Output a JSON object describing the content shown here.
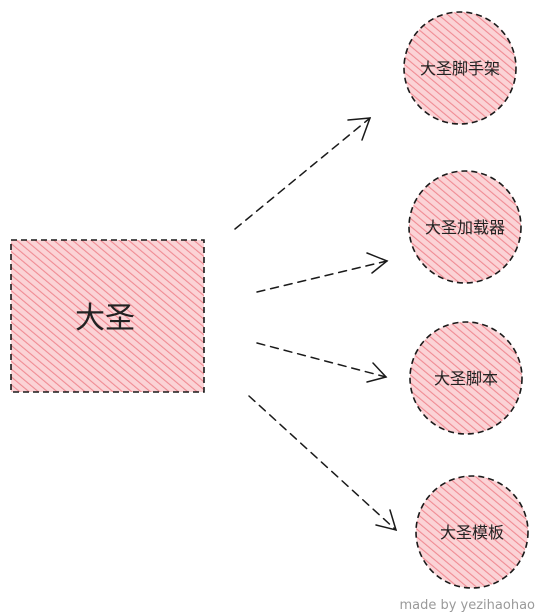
{
  "colors": {
    "fill": "#f7a8ad",
    "hatch": "#f08b93",
    "stroke": "#1a1a1a"
  },
  "nodes": {
    "root": "大圣",
    "n1": "大圣脚手架",
    "n2": "大圣加载器",
    "n3": "大圣脚本",
    "n4": "大圣模板"
  },
  "credit": "made by yezihaohao"
}
